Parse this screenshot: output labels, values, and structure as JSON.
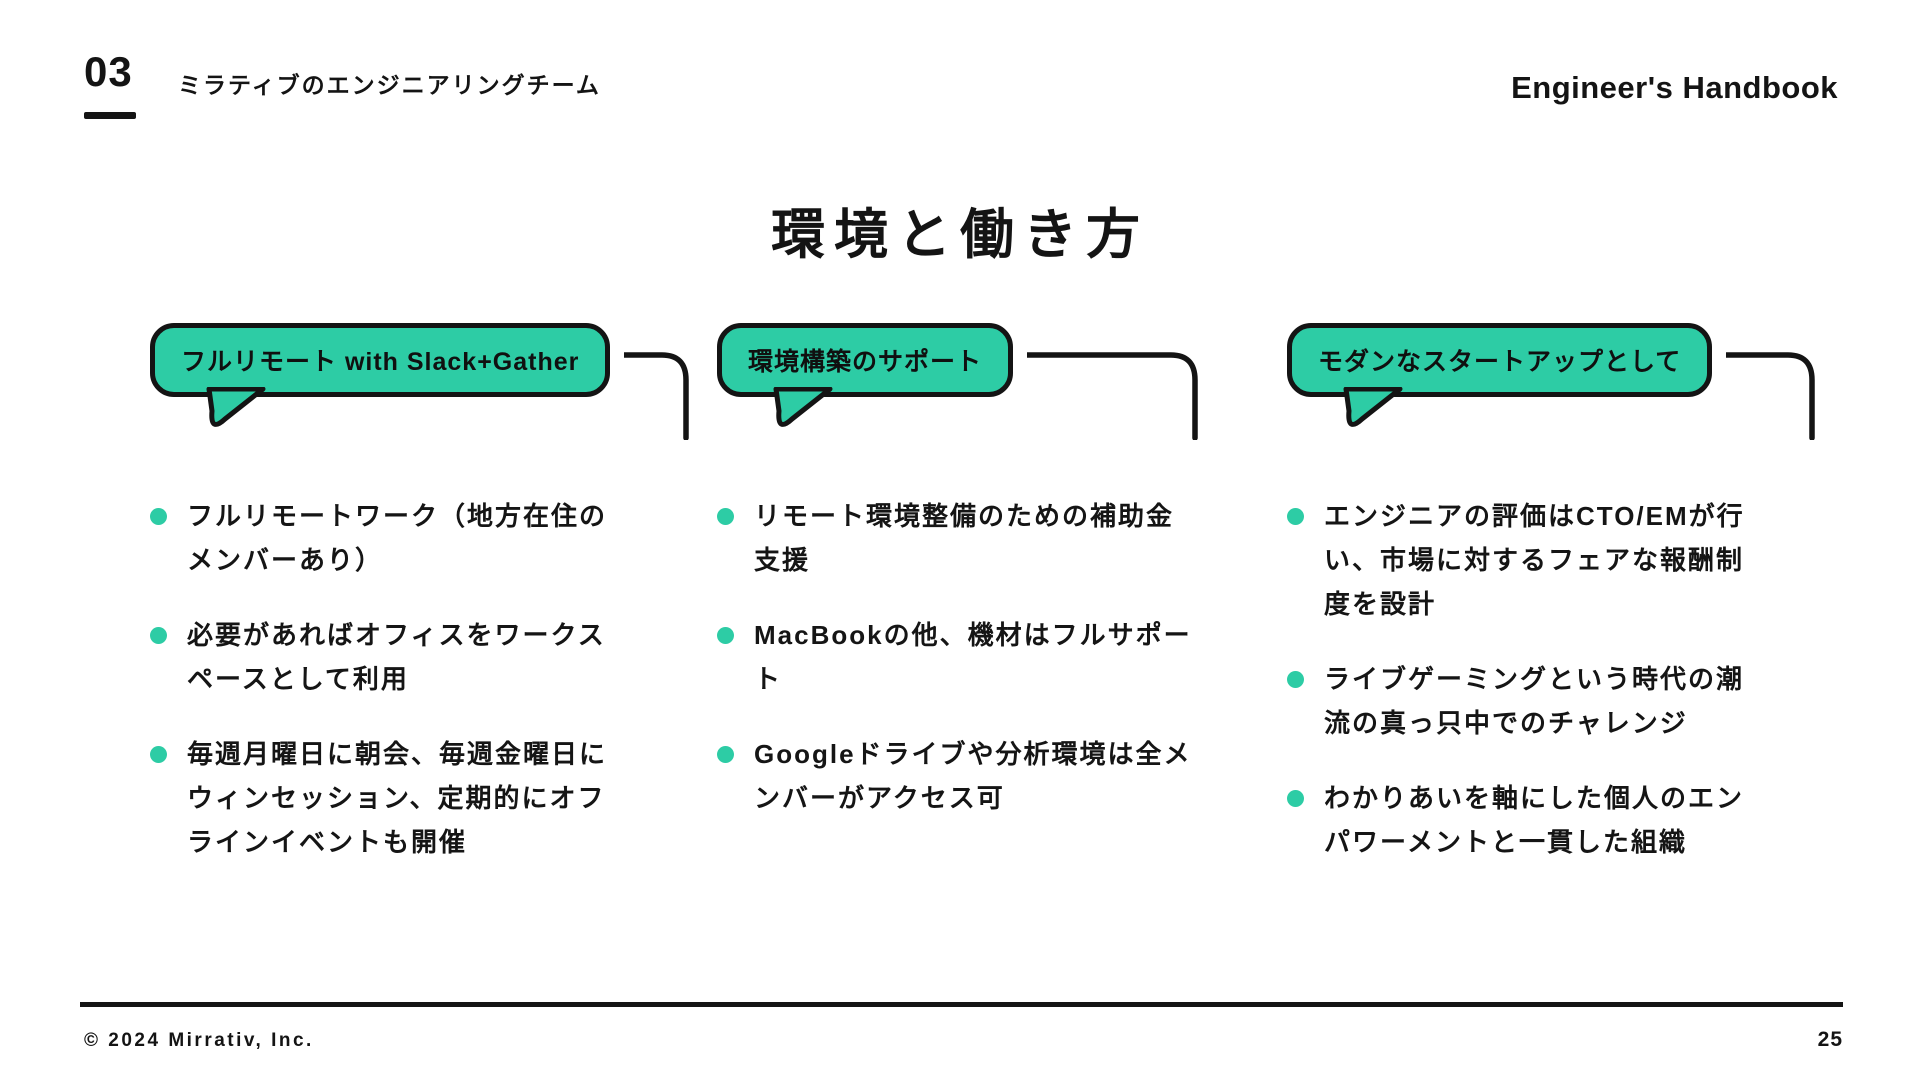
{
  "colors": {
    "accent": "#2dcca5",
    "ink": "#141414"
  },
  "header": {
    "section_number": "03",
    "section_title": "ミラティブのエンジニアリングチーム",
    "handbook_label": "Engineer's Handbook"
  },
  "title": "環境と働き方",
  "columns": [
    {
      "header": "フルリモート with Slack+Gather",
      "bullets": [
        "フルリモートワーク（地方在住のメンバーあり）",
        "必要があればオフィスをワークスペースとして利用",
        "毎週月曜日に朝会、毎週金曜日にウィンセッション、定期的にオフラインイベントも開催"
      ]
    },
    {
      "header": "環境構築のサポート",
      "bullets": [
        "リモート環境整備のための補助金支援",
        "MacBookの他、機材はフルサポート",
        "Googleドライブや分析環境は全メンバーがアクセス可"
      ]
    },
    {
      "header": "モダンなスタートアップとして",
      "bullets": [
        "エンジニアの評価はCTO/EMが行い、市場に対するフェアな報酬制度を設計",
        "ライブゲーミングという時代の潮流の真っ只中でのチャレンジ",
        "わかりあいを軸にした個人のエンパワーメントと一貫した組織"
      ]
    }
  ],
  "footer": {
    "copyright": "© 2024 Mirrativ, Inc.",
    "page_number": "25"
  }
}
